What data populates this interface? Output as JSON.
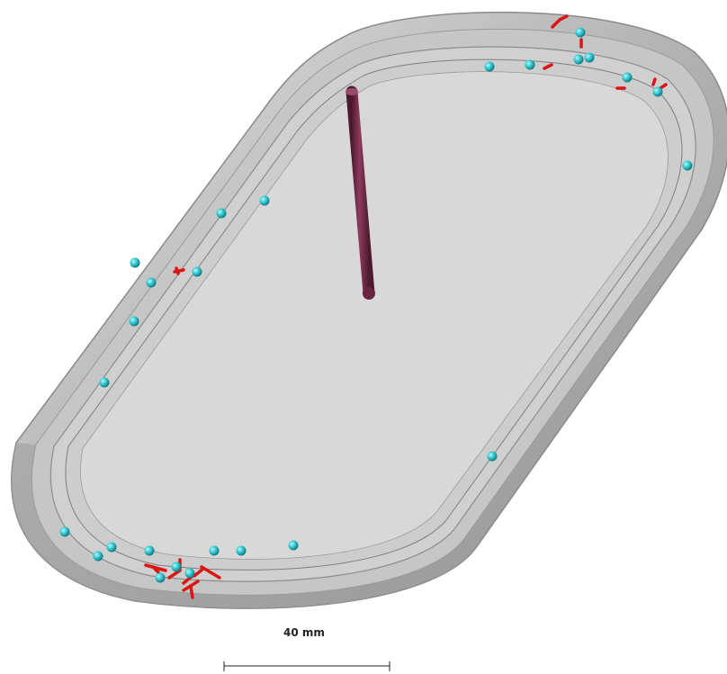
{
  "viewer": {
    "scale_bar_label": "40 mm"
  },
  "colors": {
    "background": "#ffffff",
    "tray_rim": "#bdbdbd",
    "tray_floor": "#d4d4d4",
    "rod": "#7a2f4e",
    "particle": "#3fd0d8",
    "marker": "#dd1414"
  },
  "objects": {
    "tray": "rounded-slot-tray",
    "rod": "vertical-rod",
    "particles": "cyan-spheres",
    "markers": "red-fragments"
  }
}
